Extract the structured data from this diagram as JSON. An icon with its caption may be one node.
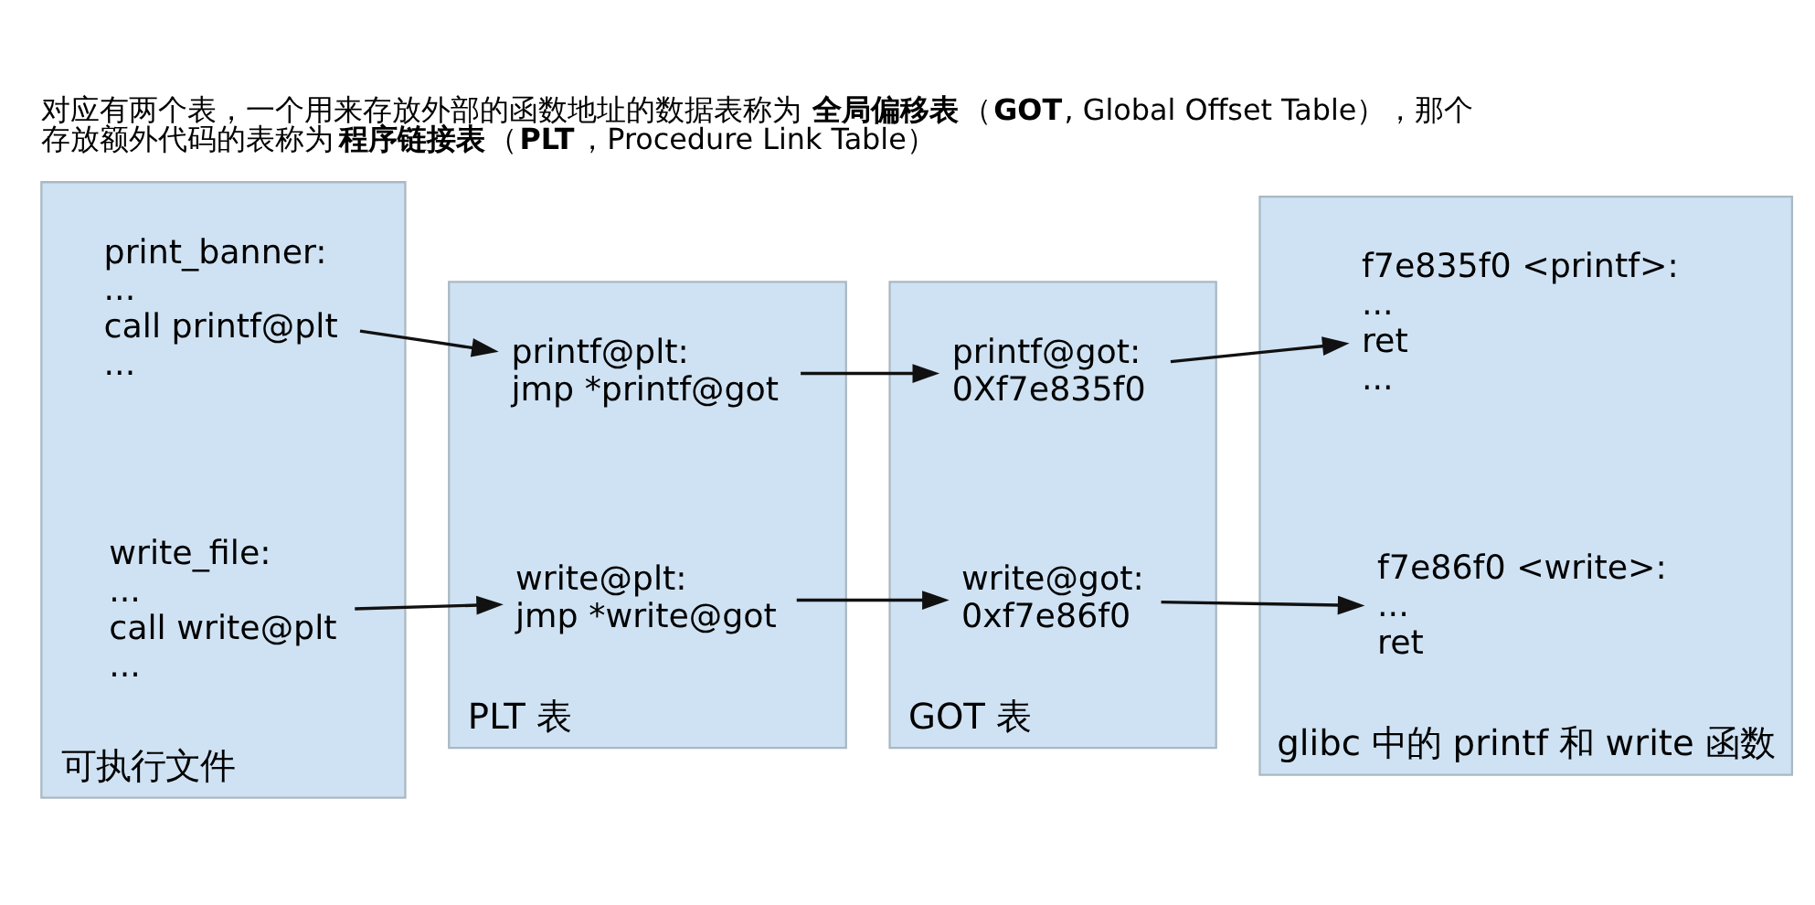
{
  "diagram": {
    "title": "对应有两个表，一个用来存放外部的函数地址的数据表称为**全局偏移表**（**GOT**, Global Offset Table），那个存放额外代码的表称为**程序链接表**（**PLT**，Procedure Link Table）",
    "nodes": [
      {
        "text": [
          "可执行文件"
        ]
      },
      {
        "text": [
          "print_banner:",
          "...",
          "call printf@plt",
          "..."
        ],
        "in": 0
      },
      {
        "text": [
          "write_file:",
          "...",
          "call write@plt",
          "..."
        ],
        "in": 0
      },
      {
        "text": [
          "PLT 表"
        ]
      },
      {
        "text": [
          "printf@plt:",
          "jmp *printf@got"
        ],
        "in": 3
      },
      {
        "text": [
          "write@plt:",
          "jmp *write@got"
        ],
        "in": 3
      },
      {
        "text": [
          "GOT 表"
        ]
      },
      {
        "text": [
          "printf@got:",
          "0Xf7e835f0"
        ],
        "in": 6
      },
      {
        "text": [
          "write@got:",
          "0xf7e86f0"
        ],
        "in": 6
      },
      {
        "text": [
          "glibc 中的 printf 和 write 函数"
        ]
      },
      {
        "text": [
          "f7e835f0 <printf>:",
          "...",
          "ret",
          "..."
        ],
        "in": 9
      },
      {
        "text": [
          "f7e86f0 <write>:",
          "...",
          "ret"
        ],
        "in": 9
      }
    ],
    "edges": [
      {
        "from": 1,
        "to": 4,
        "arrow": "to"
      },
      {
        "from": 4,
        "to": 7,
        "arrow": "to"
      },
      {
        "from": 7,
        "to": 10,
        "arrow": "to"
      },
      {
        "from": 2,
        "to": 5,
        "arrow": "to"
      },
      {
        "from": 5,
        "to": 8,
        "arrow": "to"
      },
      {
        "from": 8,
        "to": 11,
        "arrow": "to"
      }
    ]
  }
}
